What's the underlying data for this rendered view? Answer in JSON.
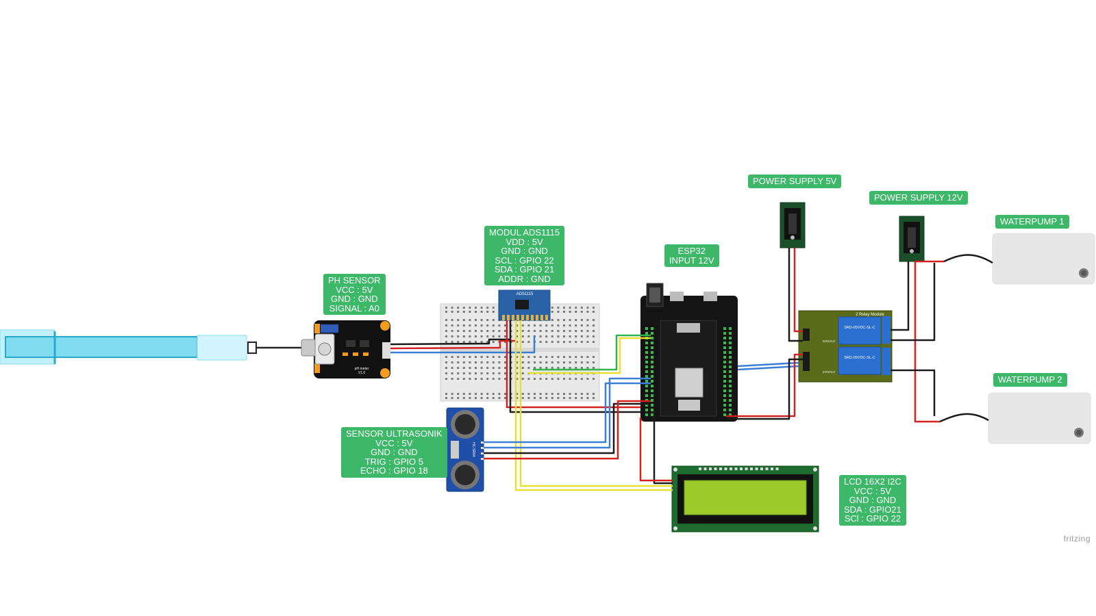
{
  "labels": {
    "ph_sensor": [
      "PH SENSOR",
      "VCC : 5V",
      "GND : GND",
      "SIGNAL : A0"
    ],
    "ads1115": [
      "MODUL ADS1115",
      "VDD : 5V",
      "GND : GND",
      "SCL : GPIO 22",
      "SDA : GPIO 21",
      "ADDR : GND"
    ],
    "esp32": [
      "ESP32",
      "INPUT 12V"
    ],
    "power_5v": [
      "POWER SUPPLY 5V"
    ],
    "power_12v": [
      "POWER SUPPLY 12V"
    ],
    "waterpump1": [
      "WATERPUMP 1"
    ],
    "waterpump2": [
      "WATERPUMP 2"
    ],
    "ultrasonic": [
      "SENSOR ULTRASONIK",
      "VCC : 5V",
      "GND : GND",
      "TRIG : GPIO 5",
      "ECHO : GPIO 18"
    ],
    "lcd": [
      "LCD 16X2 I2C",
      "VCC : 5V",
      "GND : GND",
      "SDA : GPIO21",
      "SCl : GPIO 22"
    ]
  },
  "chip_text": {
    "ads_chip": "ADS1115",
    "relay_title": "2 Relay Module",
    "relay_part": "SRD-05VDC-SL-C",
    "relay_brand": "SONGLE",
    "ph_board": "pH meter",
    "ph_version": "V1.0",
    "hc_sr04": "HC-SR04"
  },
  "watermark": "fritzing",
  "colors": {
    "label_bg": "#3cb868",
    "wire_red": "#d42020",
    "wire_blue": "#3b7ed6",
    "wire_black": "#1a1a1a",
    "wire_yellow": "#e8e030",
    "wire_green": "#2fb34a",
    "probe": "#7fdcf0"
  }
}
